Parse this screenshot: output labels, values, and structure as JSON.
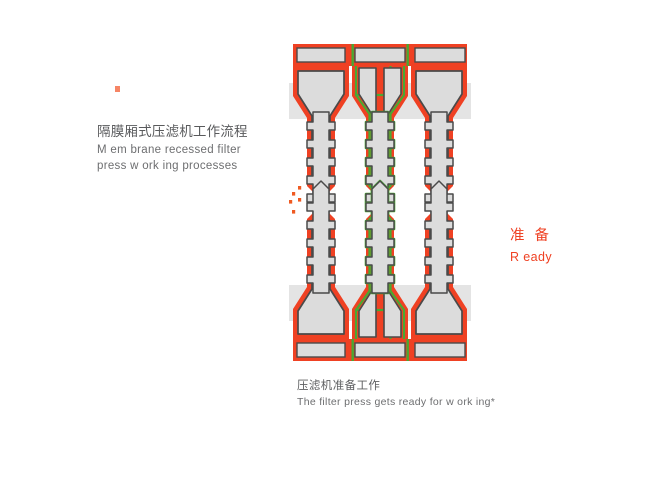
{
  "page": {
    "background_color": "#ffffff",
    "accent_color": "#ef4123",
    "plate_body_color": "#dcdcdc",
    "membrane_color": "#4aa832",
    "outline_color": "#4a4a4a",
    "band_color": "#e4e4e4",
    "text_color": "#5f6062"
  },
  "title": {
    "cn": "隔膜厢式压滤机工作流程",
    "en_line1": "M em brane recessed filter",
    "en_line2": "press w ork ing processes"
  },
  "status": {
    "cn": "准 备",
    "en": "R eady"
  },
  "caption": {
    "cn": "压滤机准备工作",
    "en": "The filter press gets ready for w ork ing*"
  },
  "diagram": {
    "name": "membrane-filter-press-cross-section",
    "stage_label": "ready",
    "plate_count_per_half": 3,
    "half_count": 2,
    "halves": [
      {
        "id": "upper-half",
        "orientation": "top-manifold"
      },
      {
        "id": "lower-half",
        "orientation": "bottom-manifold"
      }
    ],
    "plates": [
      {
        "id": "plate-left",
        "type": "recessed-plate",
        "has_membrane": false
      },
      {
        "id": "plate-center",
        "type": "membrane-plate",
        "has_membrane": true
      },
      {
        "id": "plate-right",
        "type": "recessed-plate",
        "has_membrane": false
      }
    ],
    "droplets": {
      "name": "filtrate-droplets",
      "count": 5,
      "color": "#ef5a22"
    }
  }
}
